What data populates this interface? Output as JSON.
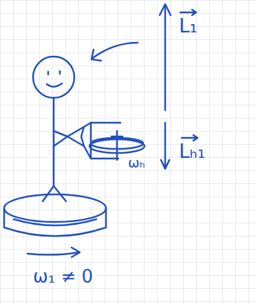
{
  "diagram": {
    "labels": [
      "L₁",
      "Lₕ₁",
      "ωₕ",
      "ω₁ ≠ 0"
    ]
  }
}
